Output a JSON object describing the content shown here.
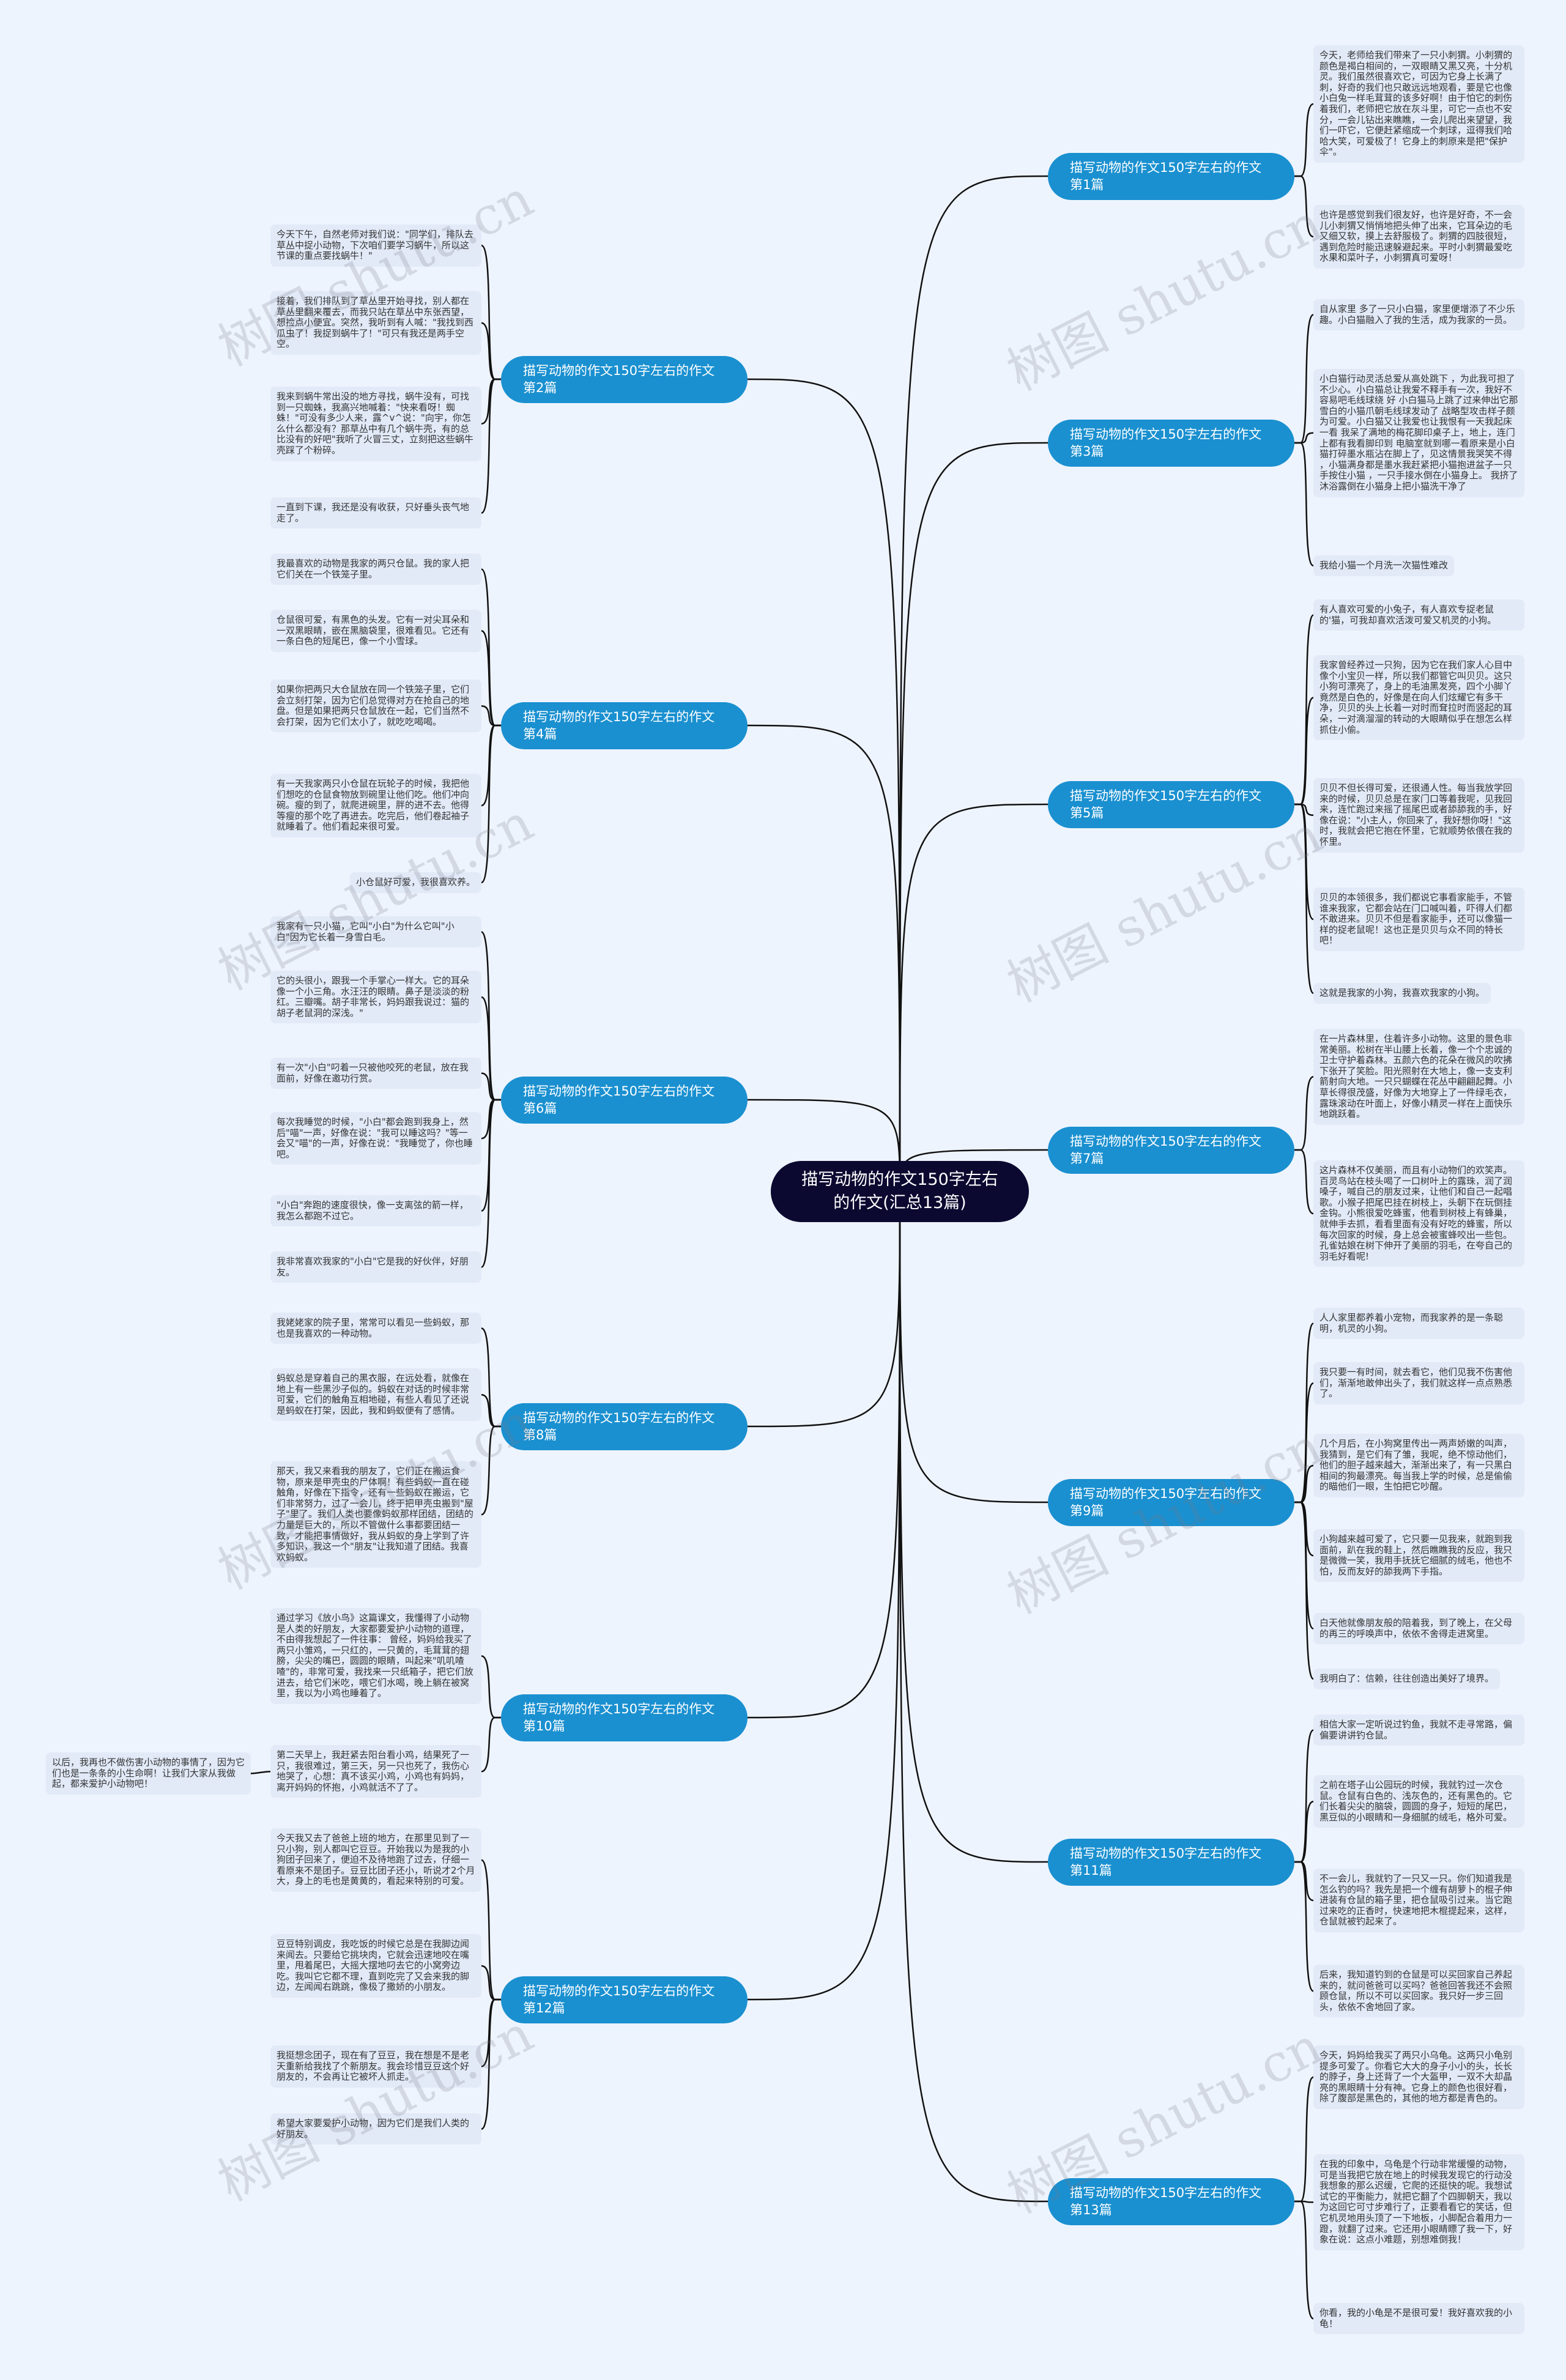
{
  "title": "描写动物的作文150字左右的作文(汇总13篇)",
  "watermark": "树图 shutu.cn",
  "colors": {
    "background": "#eef4fd",
    "central": "#0b0930",
    "topic": "#1a90d0",
    "box": "#e2eaf8"
  },
  "topics": [
    {
      "label": "描写动物的作文150字左右的作文",
      "num": "第1篇",
      "side": "right",
      "items": [
        "今天，老师给我们带来了一只小刺猬。小刺猬的颜色是褐白相间的，一双眼睛又黑又亮，十分机灵。我们虽然很喜欢它，可因为它身上长满了刺，好奇的我们也只敢远远地观看，要是它也像小白兔一样毛茸茸的该多好啊！由于怕它的刺伤着我们，老师把它放在灰斗里，可它一点也不安分，一会儿钻出来瞧瞧，一会儿爬出来望望，我们一吓它，它便赶紧缩成一个刺球，逗得我们哈哈大笑，可爱极了！它身上的刺原来是把\"保护伞\"。",
        "也许是感觉到我们很友好，也许是好奇，不一会儿小刺猬又悄悄地把头伸了出来，它耳朵边的毛又细又软，摸上去舒服极了。刺猬的四肢很短，遇到危险时能迅速躲避起来。平时小刺猬最爱吃水果和菜叶子，小刺猬真可爱呀！"
      ]
    },
    {
      "label": "描写动物的作文150字左右的作文",
      "num": "第2篇",
      "side": "left",
      "items": [
        "今天下午，自然老师对我们说：\"同学们，排队去草丛中捉小动物，下次咱们要学习蜗牛，所以这节课的重点要找蜗牛！\"",
        "接着，我们排队到了草丛里开始寻找，别人都在草丛里翻来覆去，而我只站在草丛中东张西望，想捡点小便宜。突然，我听到有人喊：\"我找到西瓜虫了！我捉到蜗牛了！\"可只有我还是两手空空。",
        "我来到蜗牛常出没的地方寻找，蜗牛没有，可找到一只蜘蛛，我高兴地喊着：\"快来看呀！蜘蛛！\"可没有多少人来，露^v^说：\"向宇，你怎么什么都没有？那草丛中有几个蜗牛壳，有的总比没有的好吧\"我听了火冒三丈，立刻把这些蜗牛壳踩了个粉碎。",
        "一直到下课，我还是没有收获，只好垂头丧气地走了。"
      ]
    },
    {
      "label": "描写动物的作文150字左右的作文",
      "num": "第3篇",
      "side": "right",
      "items": [
        "自从家里 多了一只小白猫，家里便增添了不少乐趣。小白猫融入了我的生活，成为我家的一员。",
        "小白猫行动灵活总爱从高处跳下 ，为此我可担了不少心。小白猫总让我爱不释手有一次，我好不容易吧毛线球绕 好 小白猫马上跳了过来伸出它那雪白的小猫爪朝毛线球发动了 战略型攻击样子颇为可爱。小白猫又让我爱也让我恨有一天我起床一看 我呆了满地的梅花脚印桌子上，地上，连门上都有我看脚印到 电脑室就到哪一看原来是小白猫打碎墨水瓶沾在脚上了，见这情景我哭笑不得 ，小猫满身都是墨水我赶紧把小猫抱进盆子一只手按住小猫 ，一只手接水倒在小猫身上。 我挤了沐浴露倒在小猫身上把小猫洗干净了",
        "我给小猫一个月洗一次猫性难改"
      ]
    },
    {
      "label": "描写动物的作文150字左右的作文",
      "num": "第4篇",
      "side": "left",
      "items": [
        "我最喜欢的动物是我家的两只仓鼠。我的家人把它们关在一个铁笼子里。",
        "仓鼠很可爱，有黑色的头发。它有一对尖耳朵和一双黑眼睛，嵌在黑脑袋里，很难看见。它还有一条白色的短尾巴，像一个小雪球。",
        "如果你把两只大仓鼠放在同一个铁笼子里，它们会立刻打架，因为它们总觉得对方在抢自己的地盘。但是如果把两只仓鼠放在一起，它们当然不会打架，因为它们太小了，就吃吃喝喝。",
        "有一天我家两只小仓鼠在玩轮子的时候，我把他们想吃的仓鼠食物放到碗里让他们吃。他们冲向碗。瘦的到了，就爬进碗里，胖的进不去。他得等瘦的那个吃了再进去。吃完后，他们卷起袖子就睡着了。他们看起来很可爱。",
        "小仓鼠好可爱，我很喜欢养。"
      ]
    },
    {
      "label": "描写动物的作文150字左右的作文",
      "num": "第5篇",
      "side": "right",
      "items": [
        "有人喜欢可爱的小兔子，有人喜欢专捉老鼠的'猫，可我却喜欢活泼可爱又机灵的小狗。",
        "我家曾经养过一只狗，因为它在我们家人心目中像个小宝贝一样，所以我们都管它叫贝贝。这只小狗可漂亮了，身上的毛油黑发亮，四个小脚丫竟然是白色的，好像是在向人们炫耀它有多干净，贝贝的头上长着一对时而耷拉时而竖起的耳朵，一对滴溜溜的转动的大眼睛似乎在想怎么样抓住小偷。",
        "贝贝不但长得可爱，还很通人性。每当我放学回来的时候，贝贝总是在家门口等着我呢，见我回来，连忙跑过来摇了摇尾巴或者舔舔我的手，好像在说：\"小主人，你回来了，我好想你呀！\"这时，我就会把它抱在怀里，它就顺势依偎在我的怀里。",
        "贝贝的本领很多，我们都说它事看家能手，不管谁来我家，它都会站在门口喊叫着，吓得人们都不敢进来。贝贝不但是看家能手，还可以像猫一样的捉老鼠呢！这也正是贝贝与众不同的特长吧！",
        "这就是我家的小狗，我喜欢我家的小狗。"
      ]
    },
    {
      "label": "描写动物的作文150字左右的作文",
      "num": "第6篇",
      "side": "left",
      "items": [
        "我家有一只小猫，它叫\"小白\"为什么它叫\"小白\"因为它长着一身雪白毛。",
        "它的头很小，跟我一个手掌心一样大。它的耳朵像一个小三角。水汪汪的眼睛。鼻子是淡淡的粉红。三瓣嘴。胡子非常长，妈妈跟我说过：猫的胡子老鼠洞的深浅。\"",
        "有一次\"小白\"叼着一只被他咬死的老鼠，放在我面前，好像在邀功行赏。",
        "每次我睡觉的时候，\"小白\"都会跑到我身上，然后\"喵\"一声，好像在说：\"我可以睡这吗？\"等一会又\"喵\"的一声，好像在说：\"我睡觉了，你也睡吧。",
        "\"小白\"奔跑的速度很快，像一支离弦的箭一样，我怎么都跑不过它。",
        "我非常喜欢我家的\"小白\"它是我的好伙伴，好朋友。"
      ]
    },
    {
      "label": "描写动物的作文150字左右的作文",
      "num": "第7篇",
      "side": "right",
      "items": [
        "在一片森林里，住着许多小动物。这里的景色非常美丽。松树在半山腰上长着，像一个个忠诚的卫士守护着森林。五颜六色的花朵在微风的吹拂下张开了笑脸。阳光照射在大地上，像一支支利箭射向大地。一只只蝴蝶在花丛中翩翩起舞。小草长得很茂盛，好像为大地穿上了一件绿毛衣，露珠滚动在叶面上，好像小精灵一样在上面快乐地跳跃着。",
        "这片森林不仅美丽，而且有小动物们的欢笑声。百灵鸟站在枝头喝了一口树叶上的露珠，润了润嗓子，喊自己的朋友过来，让他们和自己一起唱歌。小猴子把尾巴挂在树枝上，头朝下在玩倒挂金钩。小熊很爱吃蜂蜜，他看到树枝上有蜂巢，就伸手去抓，看看里面有没有好吃的蜂蜜，所以每次回家的时候，身上总会被蜜蜂咬出一些包。孔雀姑娘在树下伸开了美丽的羽毛，在夸自己的羽毛好看呢!"
      ]
    },
    {
      "label": "描写动物的作文150字左右的作文",
      "num": "第8篇",
      "side": "left",
      "items": [
        "我姥姥家的院子里，常常可以看见一些蚂蚁，那也是我喜欢的一种动物。",
        "蚂蚁总是穿着自己的黑衣服，在远处看，就像在地上有一些黑沙子似的。蚂蚁在对话的时候非常可爱，它们的触角互相地碰，有些人看见了还说是蚂蚁在打架，因此，我和蚂蚁便有了感情。",
        "那天，我又来看我的朋友了，它们正在搬运食物，原来是甲壳虫的尸体啊！有些蚂蚁一直在碰触角，好像在下指令，还有一些蚂蚁在搬运，它们非常努力，过了一会儿，终于把甲壳虫搬到\"屋子\"里了。我们人类也要像蚂蚁那样团结，团结的力量是巨大的，所以不管做什么事都要团结一致，才能把事情做好，我从蚂蚁的身上学到了许多知识，我这一个\"朋友\"让我知道了团结。我喜欢蚂蚁。"
      ]
    },
    {
      "label": "描写动物的作文150字左右的作文",
      "num": "第9篇",
      "side": "right",
      "items": [
        "人人家里都养着小宠物，而我家养的是一条聪明，机灵的小狗。",
        "我只要一有时间，就去看它，他们见我不伤害他们，渐渐地敢伸出头了，我们就这样一点点熟悉了。",
        "几个月后，在小狗窝里传出一两声娇嫩的叫声，我猜到，是它们有了雏，我呢，绝不惊动他们，他们的胆子越来越大，渐渐出来了，有一只黑白相间的狗最漂亮。每当我上学的时候，总是偷偷的瞄他们一眼，生怕把它吵醒。",
        "小狗越来越可爱了，它只要一见我来，就跑到我面前，趴在我的鞋上，然后瞧瞧我的反应，我只是微微一笑，我用手抚抚它细腻的绒毛，他也不怕，反而友好的舔我两下手指。",
        "白天他就像朋友般的陪着我，到了晚上，在父母的再三的呼唤声中，依依不舍得走进窝里。",
        "我明白了：信赖，往往创造出美好了境界。"
      ]
    },
    {
      "label": "描写动物的作文150字左右的作文",
      "num": "第10篇",
      "side": "left",
      "items": [
        "通过学习《放小鸟》这篇课文，我懂得了小动物是人类的好朋友，大家都要爱护小动物的道理，不由得我想起了一件往事： 曾经，妈妈给我买了两只小雏鸡，一只红的，一只黄的，毛茸茸的翅膀，尖尖的嘴巴，圆圆的眼睛，叫起来\"叽叽喳喳\"的，非常可爱，我找来一只纸箱子，把它们放进去，给它们米吃，喂它们水喝，晚上躺在被窝里，我以为小鸡也睡着了。",
        "第二天早上，我赶紧去阳台看小鸡，结果死了一只，我很难过，第三天，另一只也死了，我伤心地哭了，心想：真不该买小鸡，小鸡也有妈妈，离开妈妈的怀抱，小鸡就活不了了。"
      ],
      "child_note": "以后，我再也不做伤害小动物的事情了，因为它们也是一条条的小生命啊！让我们大家从我做起，都来爱护小动物吧！"
    },
    {
      "label": "描写动物的作文150字左右的作文",
      "num": "第11篇",
      "side": "right",
      "items": [
        "相信大家一定听说过钓鱼，我就不走寻常路，偏偏要讲讲钓仓鼠。",
        "之前在塔子山公园玩的时候，我就钓过一次仓鼠。仓鼠有白色的、浅灰色的，还有黑色的。它们长着尖尖的脑袋，圆圆的身子，短短的尾巴，黑豆似的小眼睛和一身细腻的绒毛，格外可爱。",
        "不一会儿，我就钓了一只又一只。你们知道我是怎么钓的吗？我先是把一个缠有胡萝卜的棍子伸进装有仓鼠的箱子里，把仓鼠吸引过来。当它跑过来吃的正香时，快速地把木棍提起来，这样，仓鼠就被钓起来了。",
        "后来，我知道钓到的仓鼠是可以买回家自己养起来的，就问爸爸可以买吗？爸爸回答我还不会照顾仓鼠，所以不可以买回家。我只好一步三回头，依依不舍地回了家。"
      ]
    },
    {
      "label": "描写动物的作文150字左右的作文",
      "num": "第12篇",
      "side": "left",
      "items": [
        "今天我又去了爸爸上班的地方，在那里见到了一只小狗，别人都叫它豆豆。开始我以为是我的小狗团子回来了，便迫不及待地跑了过去，仔细一看原来不是团子。豆豆比团子还小，听说才2个月大，身上的毛也是黄黄的，看起来特别的可爱。",
        "豆豆特别调皮，我吃饭的时候它总是在我脚边闻来闻去。只要给它挑块肉，它就会迅速地咬在嘴里，甩着尾巴，大摇大摆地叼去它的小窝旁边吃。我叫它它都不理，直到吃完了又会来我的脚边，左闻闻右跳跳，像极了撒娇的小朋友。",
        "我挺想念团子，现在有了豆豆，我在想是不是老天重新给我找了个新朋友。我会珍惜豆豆这个好朋友的，不会再让它被坏人抓走。",
        "希望大家要爱护小动物，因为它们是我们人类的好朋友。"
      ]
    },
    {
      "label": "描写动物的作文150字左右的作文",
      "num": "第13篇",
      "side": "right",
      "items": [
        "今天，妈妈给我买了两只小乌龟。这两只小龟别提多可爱了。你看它大大的身子小小的头，长长的脖子，身上还背了一个大盔甲，一双不大却晶亮的黑眼睛十分有神。它身上的颜色也很好看，除了腹部是黑色的，其他的地方都是青色的。",
        "在我的印象中，乌龟是个行动非常缓慢的动物，可是当我把它放在地上的时候我发现它的行动没我想象的那么迟缓，它爬的还挺快的呢。我想试试它的平衡能力，就把它翻了个四脚朝天，我以为这回它可寸步难行了，正要看看它的笑话，但它机灵地用头顶了一下地板，小脚配合着用力一蹬，就翻了过来。它还用小眼睛瞟了我一下，好象在说：这点小难题，别想难倒我！",
        "你看，我的小龟是不是很可爱！我好喜欢我的小龟！"
      ]
    }
  ]
}
